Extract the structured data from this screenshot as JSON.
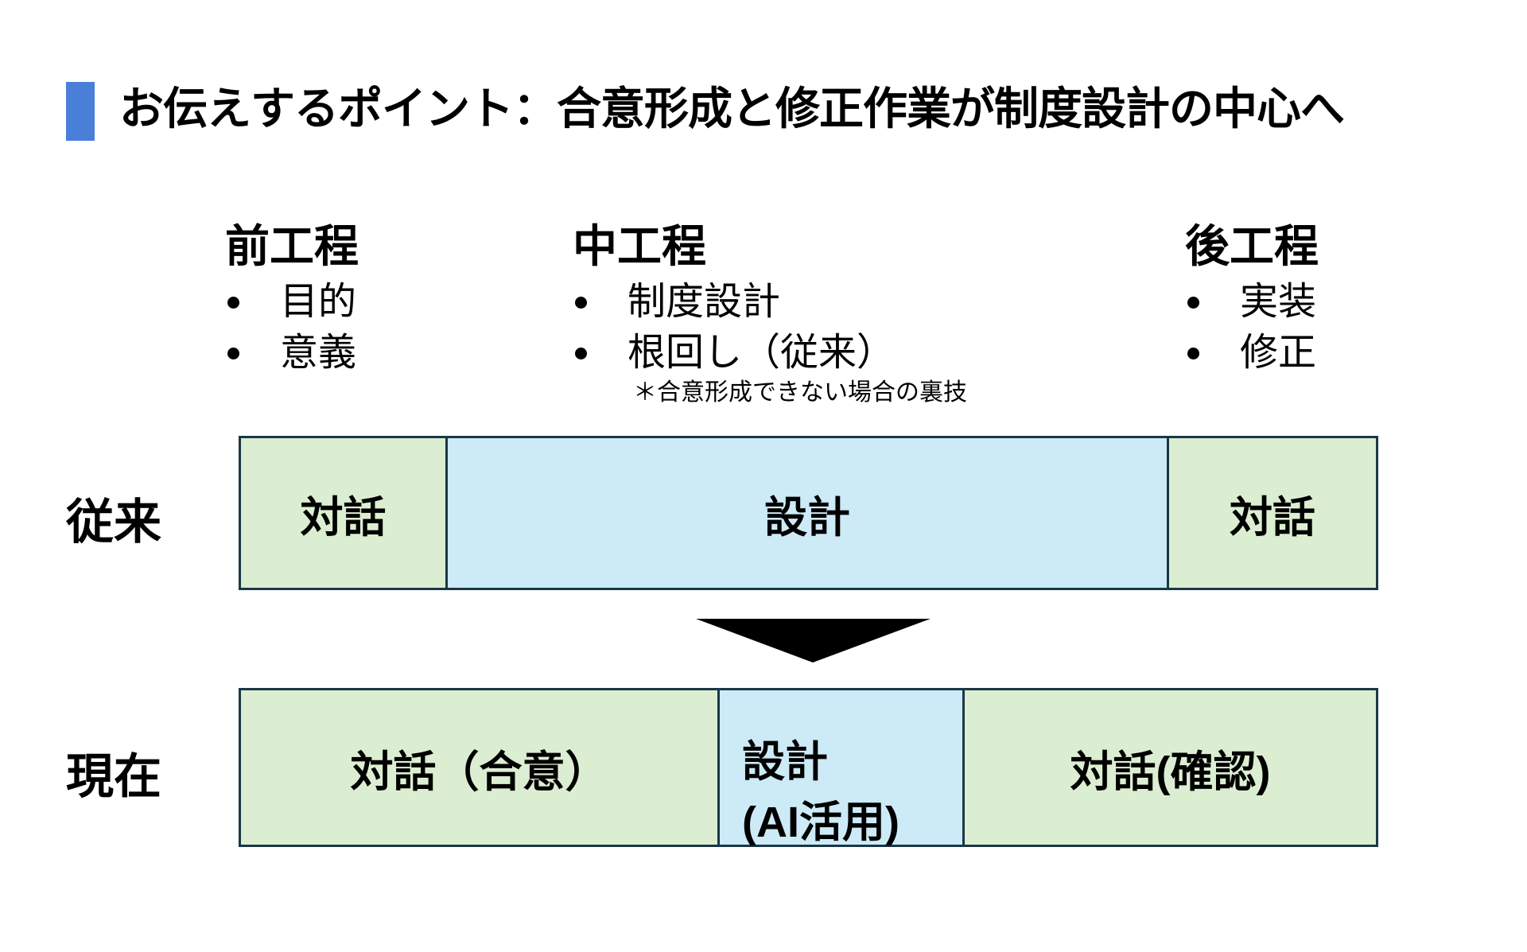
{
  "slide": {
    "title": "お伝えするポイント：合意形成と修正作業が制度設計の中心へ"
  },
  "phases": [
    {
      "header": "前工程",
      "bullets": [
        "目的",
        "意義"
      ],
      "note": ""
    },
    {
      "header": "中工程",
      "bullets": [
        "制度設計",
        "根回し（従来）"
      ],
      "note": "＊合意形成できない場合の裏技"
    },
    {
      "header": "後工程",
      "bullets": [
        "実装",
        "修正"
      ],
      "note": ""
    }
  ],
  "rows": {
    "traditional": {
      "label": "従来",
      "segments": [
        {
          "text": "対話",
          "style": "green"
        },
        {
          "text": "設計",
          "style": "blue"
        },
        {
          "text": "対話",
          "style": "green"
        }
      ]
    },
    "current": {
      "label": "現在",
      "segments": [
        {
          "text": "対話（合意）",
          "style": "green"
        },
        {
          "line1": "設計",
          "line2": "(AI活用)",
          "style": "blue"
        },
        {
          "text": "対話(確認)",
          "style": "green"
        }
      ]
    }
  },
  "icons": {
    "down_arrow": "down-arrow-triangle"
  },
  "colors": {
    "accent_bar": "#4a7fd9",
    "box_green": "#dceed1",
    "box_blue": "#cdeaf7",
    "box_border": "#1a3747",
    "arrow": "#000000",
    "text": "#000000"
  }
}
